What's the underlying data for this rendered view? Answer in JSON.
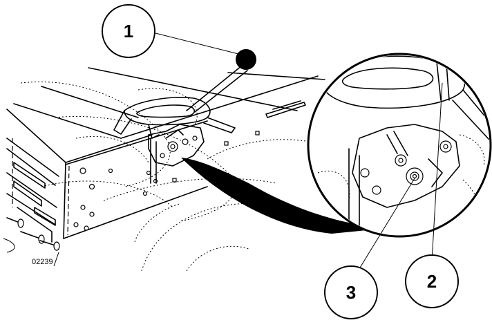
{
  "callouts": [
    {
      "id": "1",
      "label": "1"
    },
    {
      "id": "2",
      "label": "2"
    },
    {
      "id": "3",
      "label": "3"
    }
  ],
  "part_code": "02239",
  "colors": {
    "line": "#000000",
    "background": "#ffffff",
    "fill": "#000000"
  }
}
